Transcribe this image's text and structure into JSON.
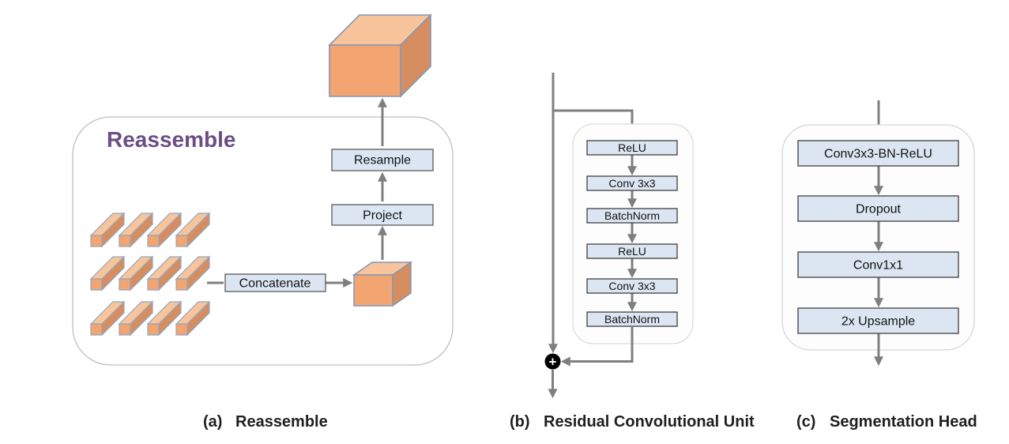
{
  "figure": {
    "colors": {
      "orange_top": "#F7C49B",
      "orange_front": "#F2A571",
      "orange_side": "#D68E60",
      "node_fill": "#DCE6F2",
      "arrow_gray": "#7F7F7F",
      "title_purple": "#6B4E84",
      "sum_node": "#000000"
    },
    "panel_a": {
      "title": "Reassemble",
      "boxes": {
        "concatenate": "Concatenate",
        "project": "Project",
        "resample": "Resample"
      },
      "caption": {
        "index": "(a)",
        "label": "Reassemble"
      }
    },
    "panel_b": {
      "boxes": [
        "ReLU",
        "Conv 3x3",
        "BatchNorm",
        "ReLU",
        "Conv 3x3",
        "BatchNorm"
      ],
      "sum_symbol": "+",
      "caption": {
        "index": "(b)",
        "label": "Residual Convolutional Unit"
      }
    },
    "panel_c": {
      "boxes": [
        "Conv3x3-BN-ReLU",
        "Dropout",
        "Conv1x1",
        "2x Upsample"
      ],
      "caption": {
        "index": "(c)",
        "label": "Segmentation Head"
      }
    }
  }
}
